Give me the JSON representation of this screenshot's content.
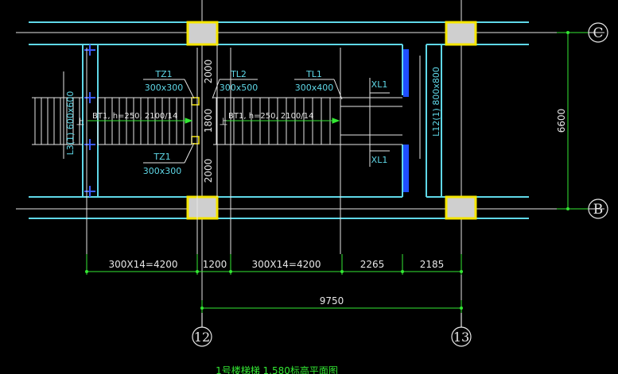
{
  "grid": {
    "axis_c": "C",
    "axis_b": "B",
    "axis_12": "12",
    "axis_13": "13"
  },
  "dims": {
    "span_6600": "6600",
    "d_2000_top": "2000",
    "d_1800": "1800",
    "d_2000_bot": "2000",
    "d1": "300X14=4200",
    "d2": "1200",
    "d3": "300X14=4200",
    "d4": "2265",
    "d5": "2185",
    "total": "9750"
  },
  "labels": {
    "tz1_top": "TZ1",
    "tz1_top_size": "300x300",
    "tl2": "TL2",
    "tl2_size": "300x500",
    "tl1": "TL1",
    "tl1_size": "300x400",
    "xl1_top": "XL1",
    "xl1_bot": "XL1",
    "tz1_bot": "TZ1",
    "tz1_bot_size": "300x300",
    "bt1_left": "BT1, h=250, 2100/14",
    "bt1_right": "BT1, h=250, 2100/14",
    "up_left": "上",
    "up_right": "上",
    "l3": "L3(1) 600x600",
    "l12": "L12(1) 800x800"
  },
  "title": "1号楼梯梯 1.580标高平面图"
}
